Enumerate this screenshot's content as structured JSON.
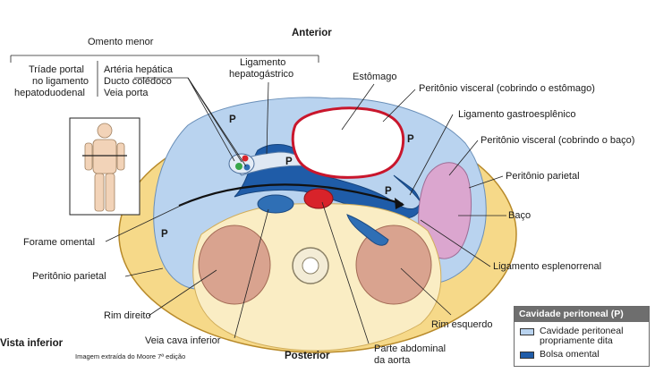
{
  "labels": {
    "anterior": "Anterior",
    "posterior": "Posterior",
    "vista_inferior": "Vista inferior",
    "omento_menor": "Omento menor",
    "triade_line1": "Tríade portal",
    "triade_line2": "no ligamento",
    "triade_line3": "hepatoduodenal",
    "arteria_hepatica": "Artéria hepática",
    "ducto_coledoco": "Ducto colédoco",
    "veia_porta": "Veia porta",
    "lig_hepatogastrico_1": "Ligamento",
    "lig_hepatogastrico_2": "hepatogástrico",
    "estomago": "Estômago",
    "peritonio_visceral_estomago": "Peritônio visceral (cobrindo o estômago)",
    "lig_gastroesplenico": "Ligamento gastroesplênico",
    "peritonio_visceral_baco": "Peritônio visceral (cobrindo o baço)",
    "peritonio_parietal_right": "Peritônio parietal",
    "baco": "Baço",
    "lig_esplenorrenal": "Ligamento esplenorrenal",
    "forame_omental": "Forame omental",
    "peritonio_parietal_left": "Peritônio parietal",
    "rim_direito": "Rim direito",
    "rim_esquerdo": "Rim esquerdo",
    "veia_cava_inferior": "Veia cava inferior",
    "aorta_1": "Parte abdominal",
    "aorta_2": "da aorta",
    "credit": "Imagem extraída do Moore 7ª edição",
    "p_marker": "P"
  },
  "legend": {
    "title": "Cavidade peritoneal (P)",
    "item1_line1": "Cavidade peritoneal",
    "item1_line2": "propriamente dita",
    "item2": "Bolsa omental"
  },
  "colors": {
    "peritoneal_cavity": "#b9d3ef",
    "omental_bursa": "#1f5ca8",
    "body_wall": "#f6d989",
    "body_outline": "#b88a2a",
    "kidney": "#d9a38f",
    "spleen": "#dba6cf",
    "vena_cava": "#2f6fb5",
    "aorta": "#d8232a"
  }
}
